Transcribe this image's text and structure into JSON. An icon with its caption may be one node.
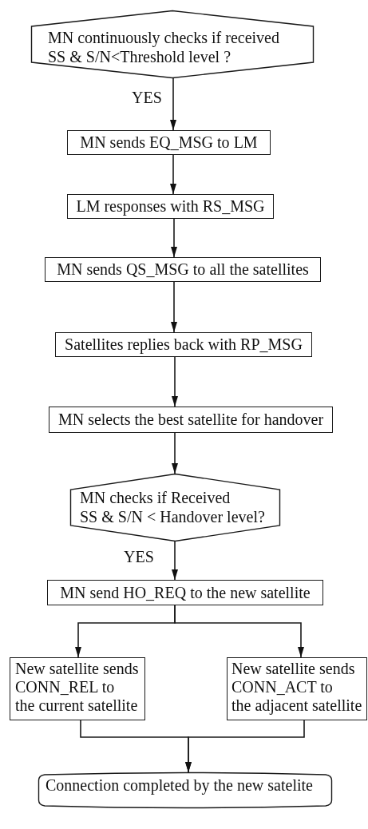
{
  "diagram": {
    "nodes": [
      {
        "text": [
          "MN continuously checks if received SS & S/N<Threshold level ?"
        ]
      },
      {
        "text": [
          "MN sends EQ_MSG to LM"
        ]
      },
      {
        "text": [
          "LM responses with RS_MSG"
        ]
      },
      {
        "text": [
          "MN sends QS_MSG to all the satellites"
        ]
      },
      {
        "text": [
          "Satellites replies back with RP_MSG"
        ]
      },
      {
        "text": [
          "MN selects the best satellite for handover"
        ]
      },
      {
        "text": [
          "MN checks if Received SS & S/N < Handover level?"
        ]
      },
      {
        "text": [
          "MN send HO_REQ to the new satellite"
        ]
      },
      {
        "text": [
          "New satellite sends CONN_REL to the current satellite"
        ]
      },
      {
        "text": [
          "New satellite sends CONN_ACT to the adjacent satellite"
        ]
      },
      {
        "text": [
          "Connection completed by the new satelite"
        ]
      }
    ],
    "edges": [
      {
        "from": 0,
        "to": 1,
        "arrow": "to",
        "label": "YES"
      },
      {
        "from": 1,
        "to": 2,
        "arrow": "to"
      },
      {
        "from": 2,
        "to": 3,
        "arrow": "to"
      },
      {
        "from": 3,
        "to": 4,
        "arrow": "to"
      },
      {
        "from": 4,
        "to": 5,
        "arrow": "to"
      },
      {
        "from": 5,
        "to": 6,
        "arrow": "to"
      },
      {
        "from": 6,
        "to": 7,
        "arrow": "to",
        "label": "YES"
      },
      {
        "from": 7,
        "to": 8,
        "arrow": "to"
      },
      {
        "from": 7,
        "to": 9,
        "arrow": "to"
      },
      {
        "from": 8,
        "to": 10,
        "arrow": "to"
      },
      {
        "from": 9,
        "to": 10,
        "arrow": "to"
      }
    ]
  }
}
